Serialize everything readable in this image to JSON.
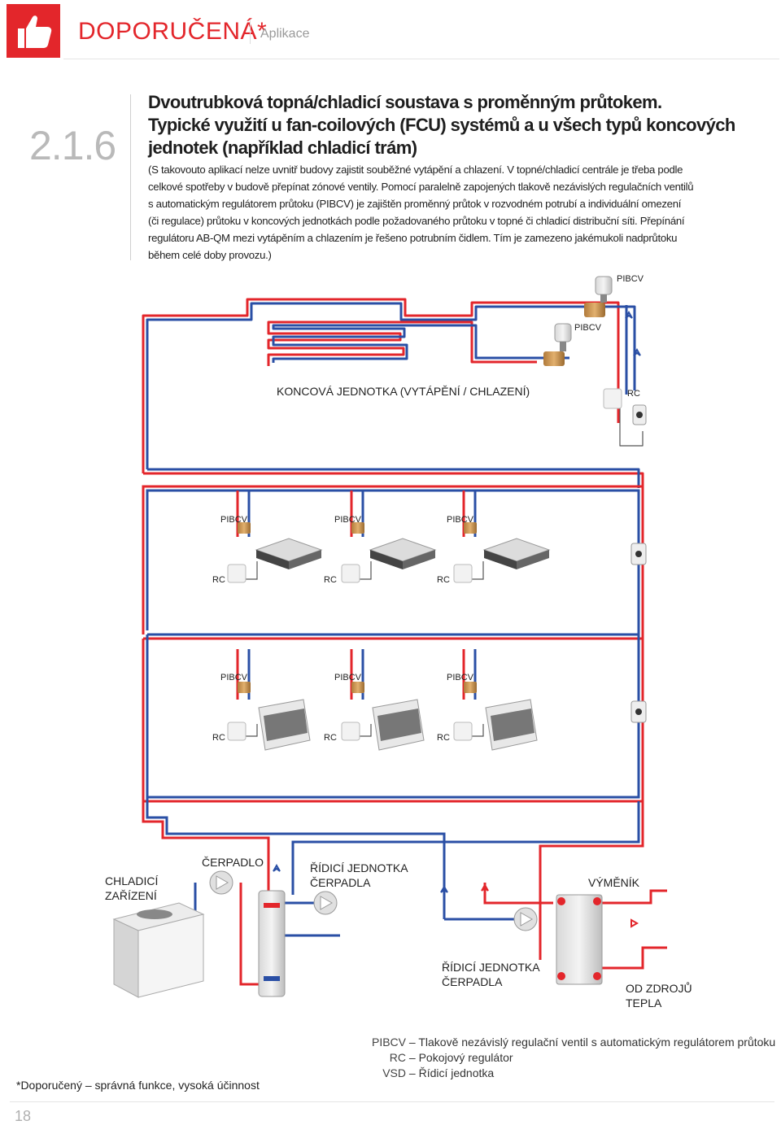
{
  "header": {
    "title": "DOPORUČENÁ*",
    "subtitle": "Aplikace"
  },
  "section": {
    "number": "2.1.6"
  },
  "heading": {
    "lines": [
      "Dvoutrubková topná/chladicí soustava s proměnným průtokem.",
      "Typické využití u fan-coilových (FCU) systémů a u všech typů koncových",
      "jednotek (například chladicí trám)"
    ]
  },
  "body": {
    "lines": [
      "(S takovouto aplikací nelze uvnitř budovy zajistit souběžné vytápění a chlazení. V topné/chladicí centrále je třeba podle",
      "celkové spotřeby v budově přepínat zónové ventily. Pomocí paralelně zapojených tlakově nezávislých regulačních ventilů",
      "s automatickým regulátorem průtoku (PIBCV) je zajištěn proměnný průtok v rozvodném potrubí a individuální omezení",
      "(či regulace) průtoku v koncových jednotkách podle požadovaného průtoku v topné či chladicí distribuční síti. Přepínání",
      "regulátoru AB-QM mezi vytápěním a chlazením je řešeno potrubním čidlem. Tím je zamezeno jakémukoli nadprůtoku",
      "během celé doby provozu.)"
    ]
  },
  "diagram": {
    "pibcv": "PIBCV",
    "rc": "RC",
    "terminal_unit": "KONCOVÁ JEDNOTKA (VYTÁPĚNÍ / CHLAZENÍ)",
    "chiller_line1": "CHLADICÍ",
    "chiller_line2": "ZAŘÍZENÍ",
    "pump": "ČERPADLO",
    "pump_ctrl_line1": "ŘÍDICÍ JEDNOTKA",
    "pump_ctrl_line2": "ČERPADLA",
    "exchanger": "VÝMĚNÍK",
    "heat_src_line1": "OD ZDROJŮ",
    "heat_src_line2": "TEPLA",
    "colors": {
      "hot": "#e3262b",
      "cold": "#2a4fa5"
    }
  },
  "legend": [
    {
      "abbr": "PIBCV",
      "text": "Tlakově nezávislý regulační ventil s automatickým regulátorem průtoku"
    },
    {
      "abbr": "RC",
      "text": "Pokojový regulátor"
    },
    {
      "abbr": "VSD",
      "text": "Řídicí jednotka"
    }
  ],
  "footnote": "*Doporučený – správná funkce, vysoká účinnost",
  "page_number": "18"
}
